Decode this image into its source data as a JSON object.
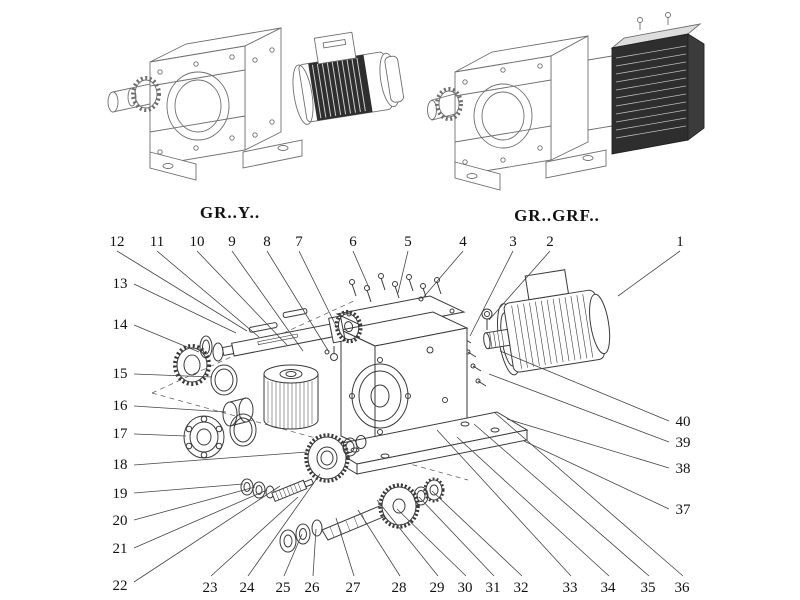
{
  "diagram": {
    "models": [
      {
        "label": "GR..Y.."
      },
      {
        "label": "GR..GRF.."
      }
    ],
    "callouts": {
      "top": [
        "12",
        "11",
        "10",
        "9",
        "8",
        "7",
        "6",
        "5",
        "4",
        "3",
        "2",
        "1"
      ],
      "left": [
        "13",
        "14",
        "15",
        "16",
        "17",
        "18",
        "19",
        "20",
        "21",
        "22"
      ],
      "bottom": [
        "23",
        "24",
        "25",
        "26",
        "27",
        "28",
        "29",
        "30",
        "31",
        "32",
        "33",
        "34",
        "35",
        "36"
      ],
      "right": [
        "40",
        "39",
        "38",
        "37"
      ]
    },
    "colors": {
      "line": "#3a3a3a",
      "light_line": "#6f6f6f",
      "dark_fill": "#2e2e2e",
      "background": "#ffffff"
    }
  }
}
